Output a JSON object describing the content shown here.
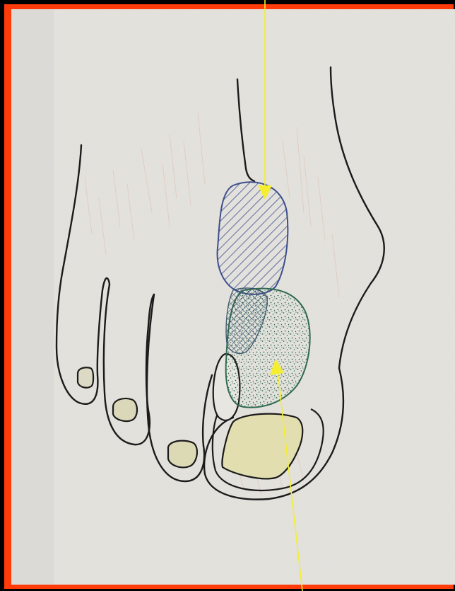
{
  "figure": {
    "border_color": "#ff3b0a",
    "paper_color": "#e4e2dd",
    "ink_color": "#1b1b1b",
    "skin_tint_color": "#d9a99a",
    "pointer_color": "#f4ee2e",
    "regions": [
      {
        "name": "upper-region",
        "fill_pattern": "diagonal-hatch",
        "color": "#3d4f8c"
      },
      {
        "name": "lower-region",
        "fill_pattern": "stipple-dots",
        "color": "#2f6a4e"
      },
      {
        "name": "overlap-region",
        "fill_pattern": "cross-hatch",
        "color": "#2f4f64"
      }
    ],
    "pointers": [
      {
        "name": "pointer-to-upper-region",
        "target": "upper-region"
      },
      {
        "name": "pointer-to-lower-region",
        "target": "lower-region"
      }
    ],
    "toes": [
      "great-toe",
      "second-toe",
      "third-toe",
      "fourth-toe",
      "fifth-toe"
    ]
  }
}
